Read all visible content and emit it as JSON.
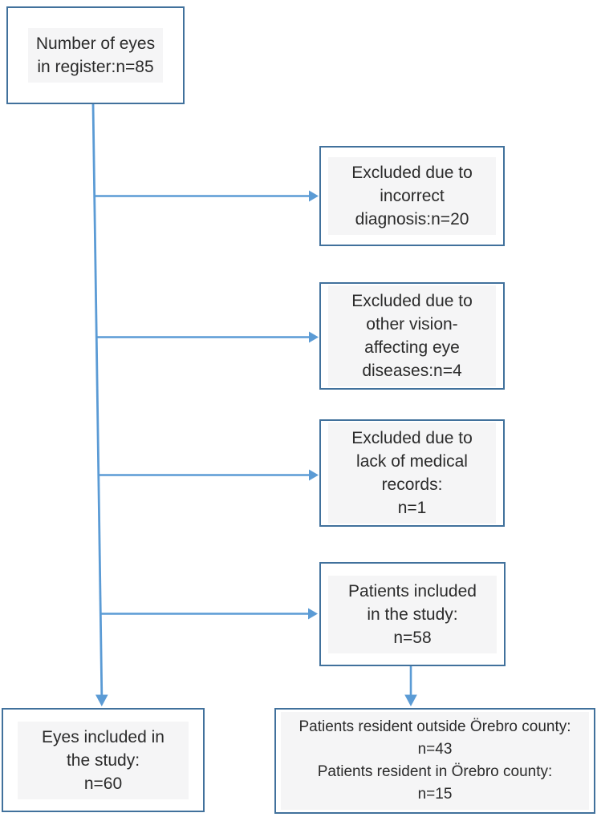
{
  "flowchart": {
    "colors": {
      "box_border": "#41719C",
      "connector": "#5B9BD5",
      "text": "#2b2b2b",
      "text_highlight_bg": "#f5f5f6"
    },
    "boxes": {
      "register": {
        "lines": [
          "Number of eyes",
          "in register:n=85"
        ],
        "n": 85
      },
      "excluded_incorrect_diagnosis": {
        "lines": [
          "Excluded due to",
          "incorrect",
          "diagnosis:n=20"
        ],
        "n": 20
      },
      "excluded_other_diseases": {
        "lines": [
          "Excluded due to",
          "other vision-",
          "affecting eye",
          "diseases:n=4"
        ],
        "n": 4
      },
      "excluded_missing_records": {
        "lines": [
          "Excluded due to",
          "lack of medical",
          "records:",
          "n=1"
        ],
        "n": 1
      },
      "patients_included": {
        "lines": [
          "Patients included",
          "in the study:",
          "n=58"
        ],
        "n": 58
      },
      "eyes_included": {
        "lines": [
          "Eyes included in",
          "the study:",
          "n=60"
        ],
        "n": 60
      },
      "residency": {
        "lines": [
          "Patients resident outside Örebro county:",
          "n=43",
          "Patients resident in Örebro county:",
          "n=15"
        ],
        "n_outside": 43,
        "n_in": 15
      }
    }
  }
}
